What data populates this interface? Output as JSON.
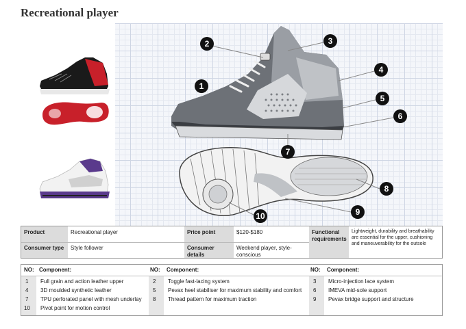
{
  "title": "Recreational player",
  "callouts": [
    "1",
    "2",
    "3",
    "4",
    "5",
    "6",
    "7",
    "8",
    "9",
    "10"
  ],
  "info": {
    "product_label": "Product",
    "product_value": "Recreational player",
    "price_label": "Price point",
    "price_value": "$120-$180",
    "functional_label": "Functional requirements",
    "functional_value": "Lightweight, durability and breathability are essential for the upper, cushioning and maneuverability for the outsole",
    "consumer_type_label": "Consumer type",
    "consumer_type_value": "Style follower",
    "consumer_details_label": "Consumer details",
    "consumer_details_value": "Weekend player, style-conscious"
  },
  "components": {
    "no_header": "NO:",
    "component_header": "Component:",
    "columns": [
      [
        {
          "no": "1",
          "text": "Full grain and action leather upper"
        },
        {
          "no": "4",
          "text": "3D moulded synthetic leather"
        },
        {
          "no": "7",
          "text": "TPU perforated panel with mesh underlay"
        },
        {
          "no": "10",
          "text": "Pivot point for motion control"
        }
      ],
      [
        {
          "no": "2",
          "text": "Toggle fast-lacing system"
        },
        {
          "no": "5",
          "text": "Pevax heel stabiliser for maximum stability and comfort"
        },
        {
          "no": "8",
          "text": "Thread pattern for maximum traction"
        }
      ],
      [
        {
          "no": "3",
          "text": "Micro-injection lace system"
        },
        {
          "no": "6",
          "text": "IMEVA mid-sole support"
        },
        {
          "no": "9",
          "text": "Pevax bridge support and structure"
        }
      ]
    ]
  },
  "colors": {
    "shoe_dark": "#3a3d42",
    "shoe_mid": "#6d7177",
    "shoe_light": "#bfc2c6",
    "accent_red": "#c8202a",
    "accent_purple": "#5a3a8c",
    "callout": "#111111"
  }
}
